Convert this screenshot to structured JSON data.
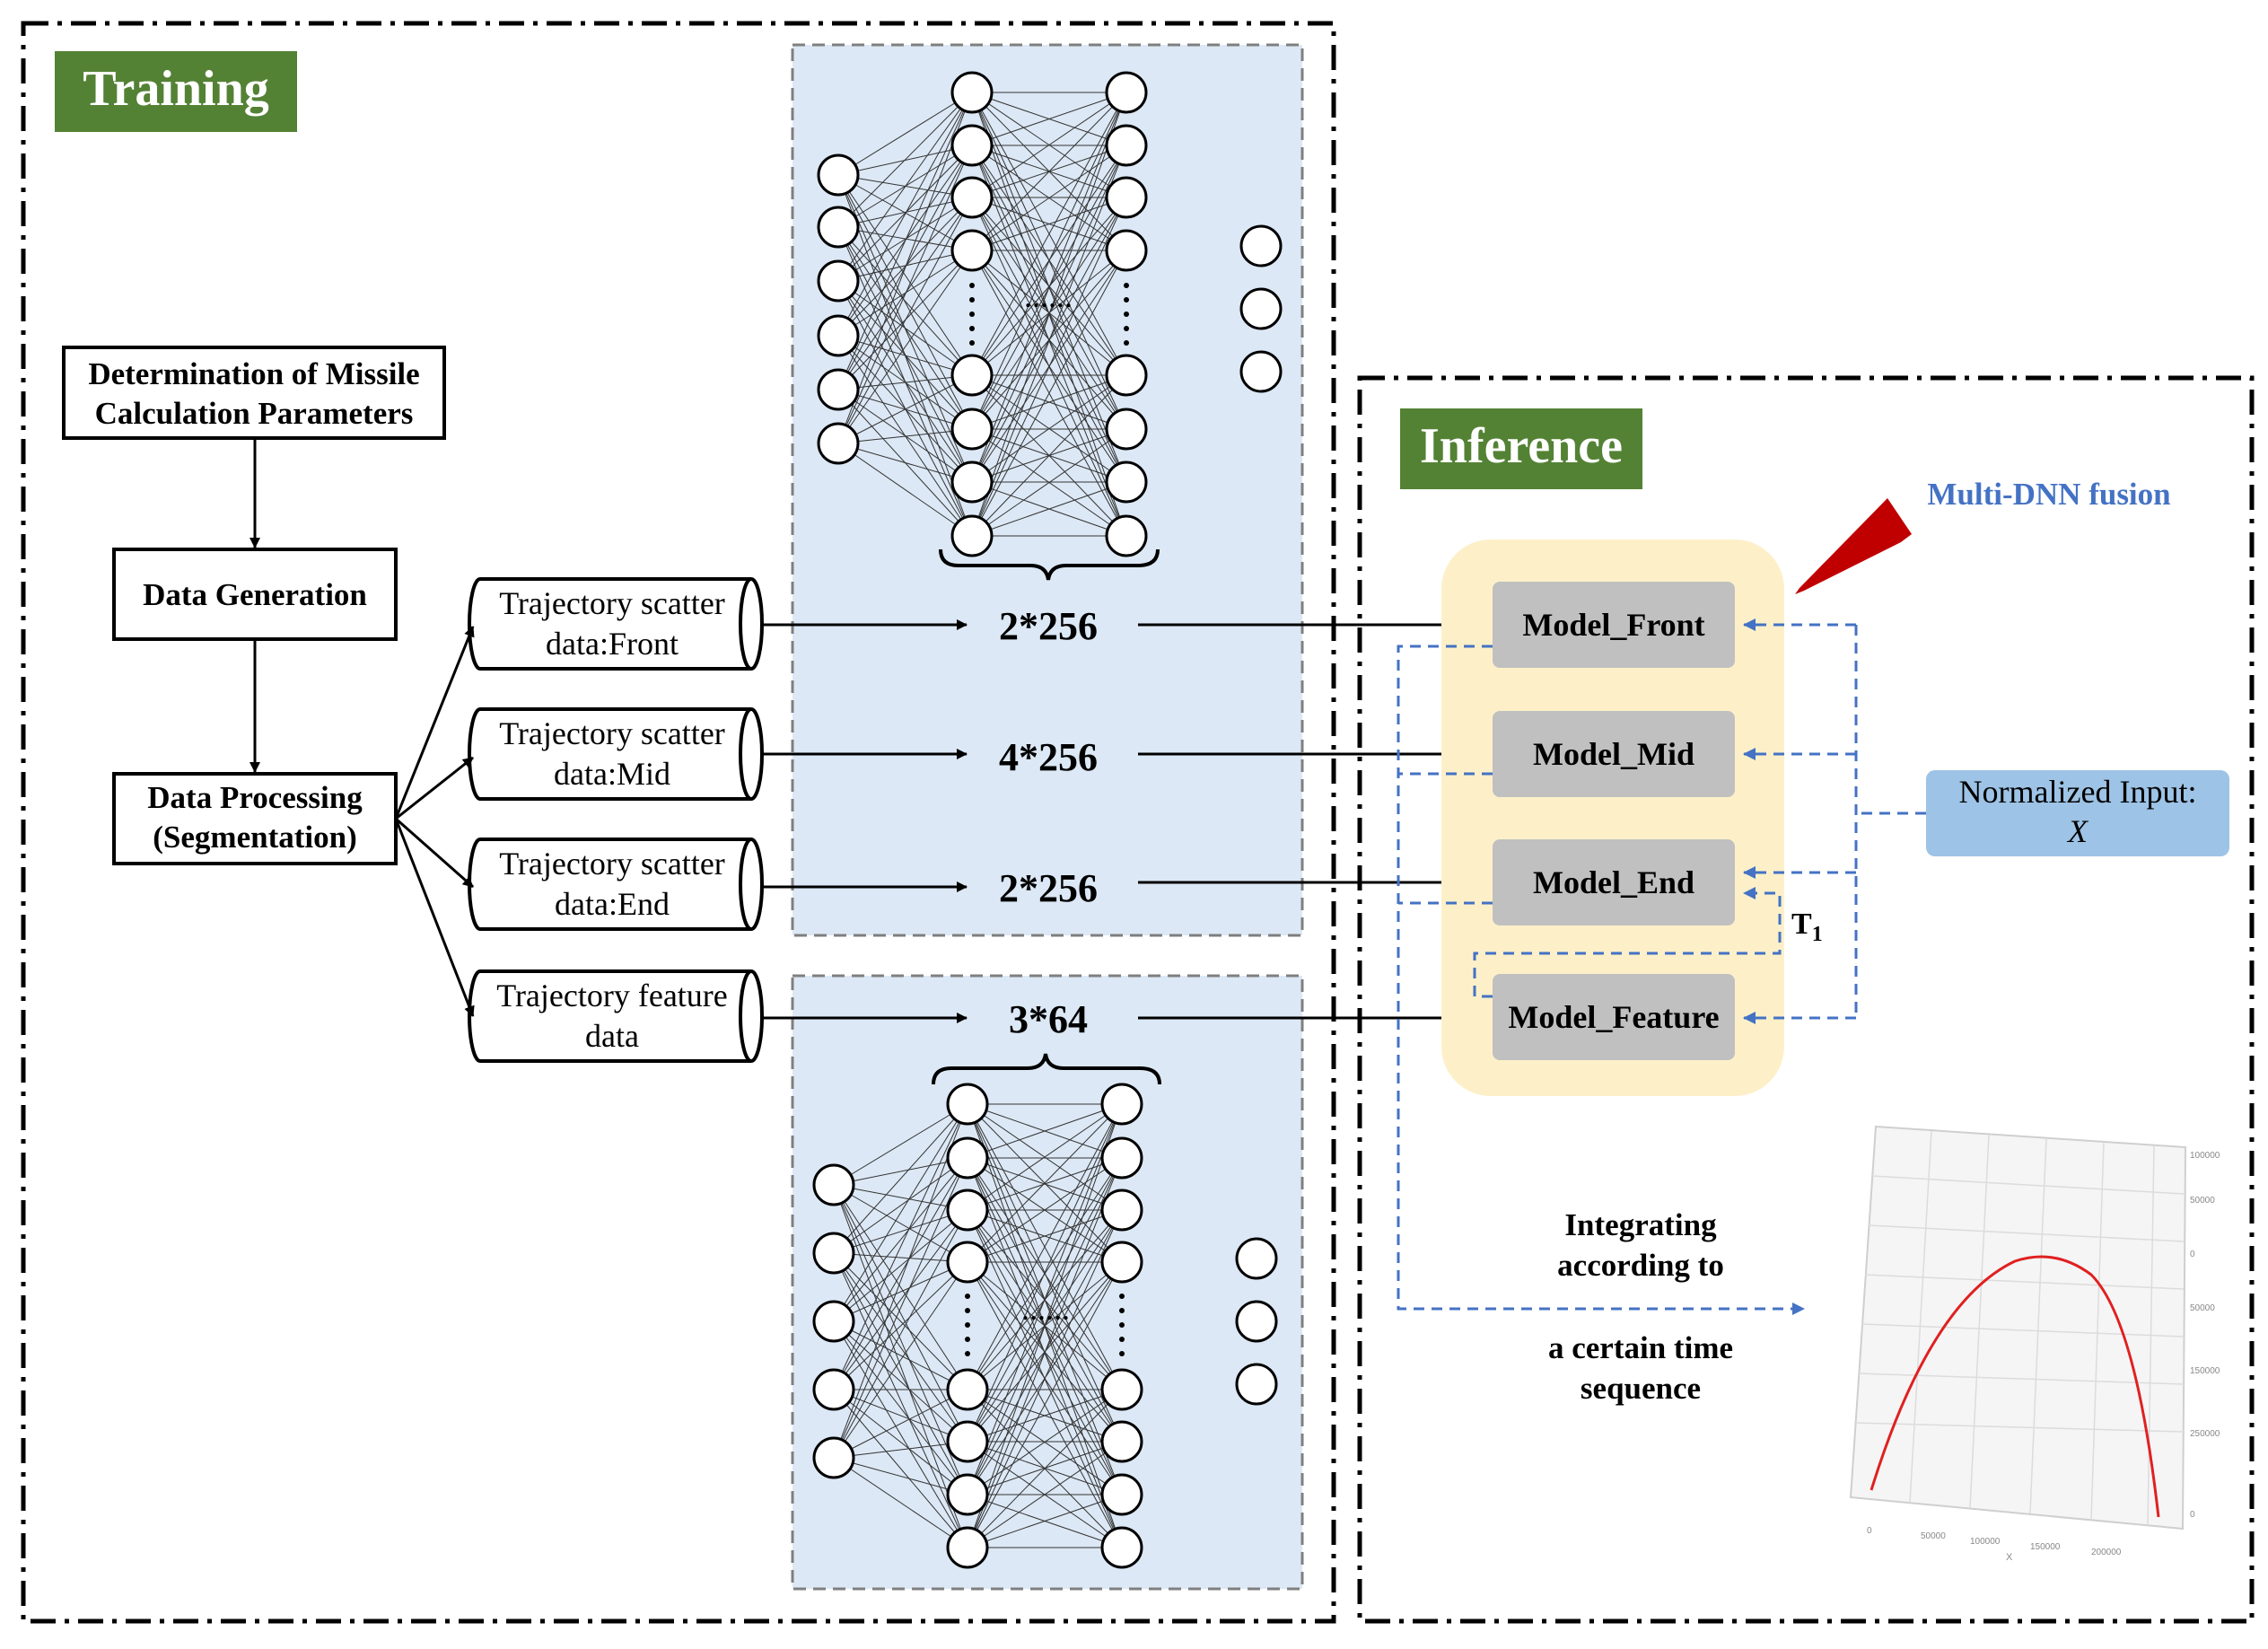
{
  "training": {
    "title": "Training",
    "steps": {
      "determination_line1": "Determination of Missile",
      "determination_line2": "Calculation Parameters",
      "data_generation": "Data Generation",
      "data_processing_line1": "Data Processing",
      "data_processing_line2": "(Segmentation)"
    },
    "datasets": [
      {
        "line1": "Trajectory scatter",
        "line2": "data:Front",
        "dim": "2*256"
      },
      {
        "line1": "Trajectory scatter",
        "line2": "data:Mid",
        "dim": "4*256"
      },
      {
        "line1": "Trajectory scatter",
        "line2": "data:End",
        "dim": "2*256"
      },
      {
        "line1": "Trajectory feature",
        "line2": "data",
        "dim": "3*64"
      }
    ],
    "ellipsis": "......"
  },
  "inference": {
    "title": "Inference",
    "fusion_label": "Multi-DNN fusion",
    "models": [
      "Model_Front",
      "Model_Mid",
      "Model_End",
      "Model_Feature"
    ],
    "input_label": "Normalized Input:",
    "input_var": "X",
    "t_label": "T",
    "t_sub": "1",
    "integrate_line1": "Integrating",
    "integrate_line2": "according to",
    "integrate_line3": "a certain time",
    "integrate_line4": "sequence",
    "plot_axis_label": "X"
  },
  "colors": {
    "title_bg": "#548235",
    "nn_panel": "#dce8f5",
    "fusion_bg": "#fdf0c9",
    "model_box": "#c0c0c0",
    "input_box": "#9dc3e6",
    "dashed_blue": "#4472c4",
    "fusion_text": "#4472c4",
    "red_arrow": "#c00000",
    "trajectory": "#e02020"
  }
}
